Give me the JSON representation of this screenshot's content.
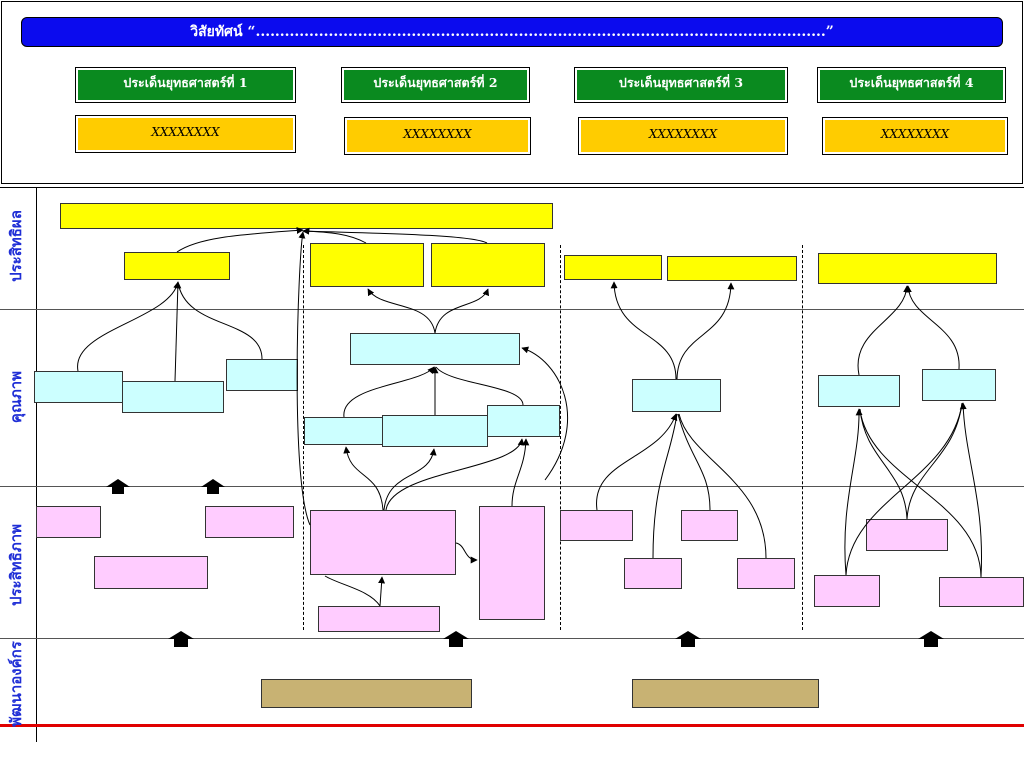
{
  "header": {
    "vision": "วิสัยทัศน์ “.....................................................................................................................”",
    "issues": [
      "ประเด็นยุทธศาสตร์ที่ 1",
      "ประเด็นยุทธศาสตร์ที่ 2",
      "ประเด็นยุทธศาสตร์ที่ 3",
      "ประเด็นยุทธศาสตร์ที่ 4"
    ],
    "goals": [
      "XXXXXXXX",
      "XXXXXXXX",
      "XXXXXXXX",
      "XXXXXXXX"
    ]
  },
  "perspectives": {
    "effectiveness": "ประสิทธิผล",
    "quality": "คุณภาพ",
    "efficiency": "ประสิทธิภาพ",
    "development": "พัฒนาองค์กร"
  },
  "colors": {
    "vision": "#0b0bee",
    "issue": "#0a8a1f",
    "goal": "#ffcc00",
    "effectiveness_box": "#ffff00",
    "quality_box": "#ccffff",
    "efficiency_box": "#ffccff",
    "development_box": "#c8b273",
    "label": "#1f2ed6",
    "baseline": "#e00000"
  }
}
